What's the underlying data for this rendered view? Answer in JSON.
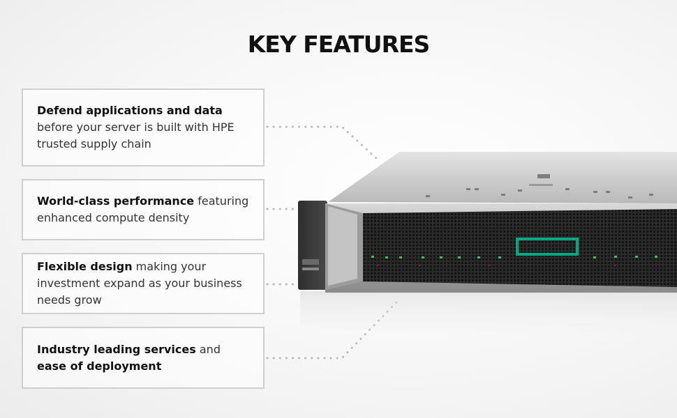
{
  "heading": "KEY FEATURES",
  "features": [
    {
      "bold": "Defend applications and data",
      "text": " before your server is built with HPE trusted supply chain",
      "bold2": ""
    },
    {
      "bold": "World-class performance",
      "text": " featuring enhanced compute density",
      "bold2": ""
    },
    {
      "bold": "Flexible design",
      "text": " making your investment expand as your business needs grow",
      "bold2": ""
    },
    {
      "bold": "Industry leading services",
      "text": " and ",
      "bold2": "ease of deployment"
    }
  ],
  "colors": {
    "accent_green": "#01a982",
    "box_border": "#cfcfcf",
    "connector_dots": "#b8b8b8",
    "server_chassis": "#3a3a3a"
  },
  "icons": [
    "rack-server-image",
    "hpe-logo-badge"
  ]
}
